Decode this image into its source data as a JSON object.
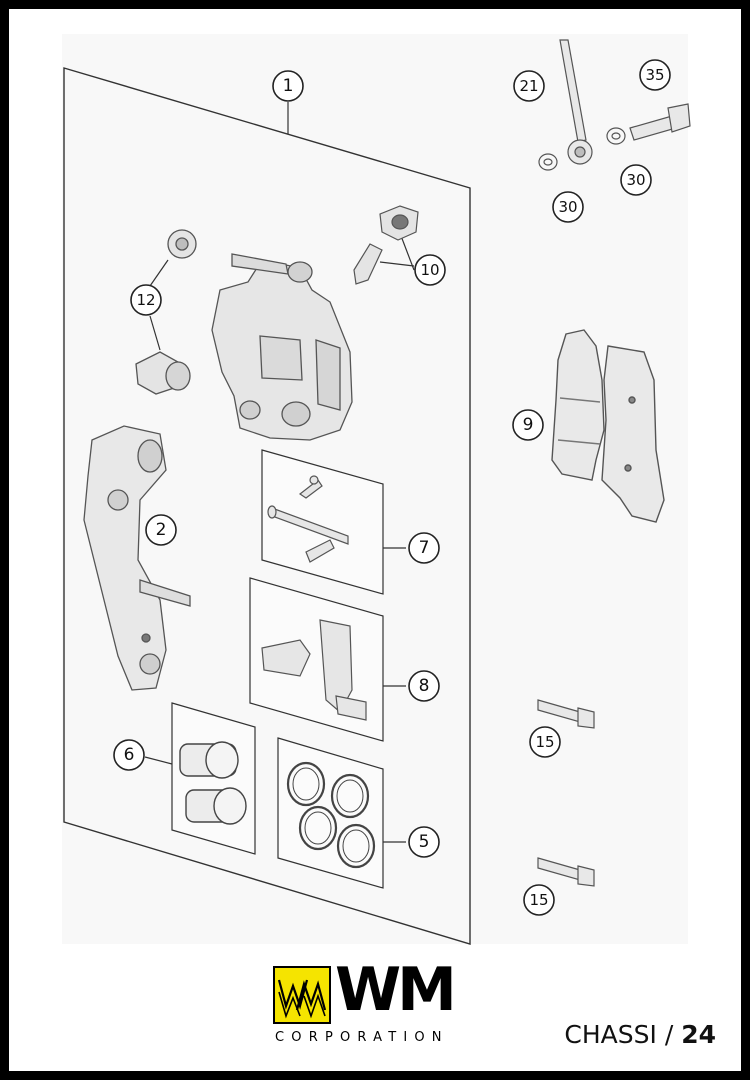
{
  "callouts": {
    "c1": "1",
    "c2": "2",
    "c5": "5",
    "c6": "6",
    "c7": "7",
    "c8": "8",
    "c9": "9",
    "c10": "10",
    "c12": "12",
    "c15a": "15",
    "c15b": "15",
    "c21": "21",
    "c30a": "30",
    "c30b": "30",
    "c35": "35"
  },
  "brand": {
    "wordmark": "WM",
    "tagline": "CORPORATION",
    "accent_color": "#f5e400"
  },
  "footer": {
    "section": "CHASSI / ",
    "page": "24"
  }
}
